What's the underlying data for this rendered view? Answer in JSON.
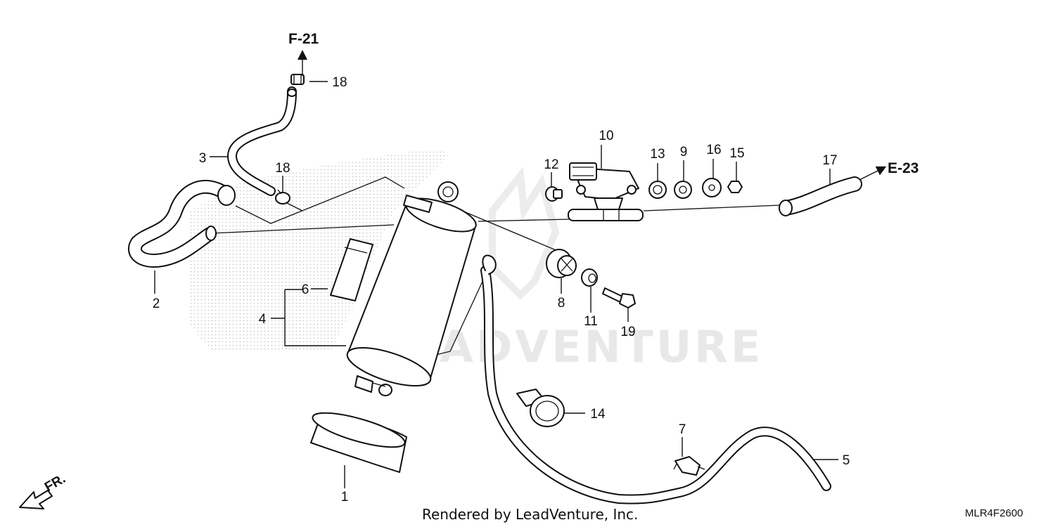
{
  "diagram": {
    "watermark": "LEADVENTURE",
    "footer": "Rendered by LeadVenture, Inc.",
    "diagram_code": "MLR4F2600",
    "direction_label": "FR.",
    "references": {
      "top": "F-21",
      "right": "E-23"
    },
    "callouts": {
      "c1": "1",
      "c2": "2",
      "c3": "3",
      "c4": "4",
      "c5": "5",
      "c6": "6",
      "c7": "7",
      "c8": "8",
      "c9": "9",
      "c10": "10",
      "c11": "11",
      "c12": "12",
      "c13": "13",
      "c14": "14",
      "c15": "15",
      "c16": "16",
      "c17": "17",
      "c18a": "18",
      "c18b": "18",
      "c19": "19"
    }
  }
}
